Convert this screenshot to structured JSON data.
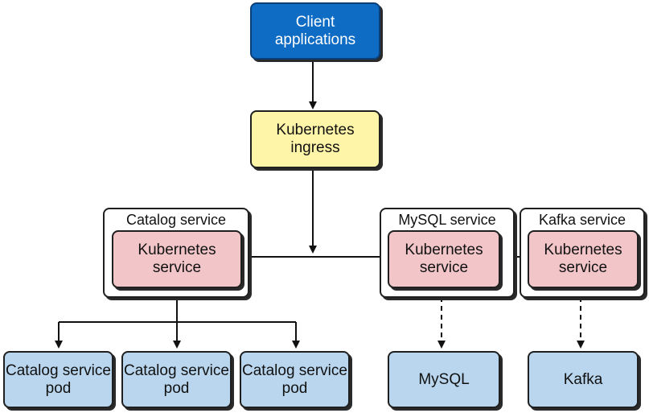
{
  "client": {
    "label": "Client\napplications"
  },
  "ingress": {
    "label": "Kubernetes\ningress"
  },
  "groups": {
    "catalog": {
      "title": "Catalog service",
      "service_label": "Kubernetes\nservice"
    },
    "mysql": {
      "title": "MySQL service",
      "service_label": "Kubernetes\nservice"
    },
    "kafka": {
      "title": "Kafka service",
      "service_label": "Kubernetes\nservice"
    }
  },
  "pods": [
    {
      "label": "Catalog service\npod"
    },
    {
      "label": "Catalog service\npod"
    },
    {
      "label": "Catalog service\npod"
    }
  ],
  "mysql_backend": {
    "label": "MySQL"
  },
  "kafka_backend": {
    "label": "Kafka"
  },
  "colors": {
    "client": "#0e6cc4",
    "ingress": "#fff5a8",
    "service": "#f2c6c9",
    "pod": "#b9d6ee"
  }
}
